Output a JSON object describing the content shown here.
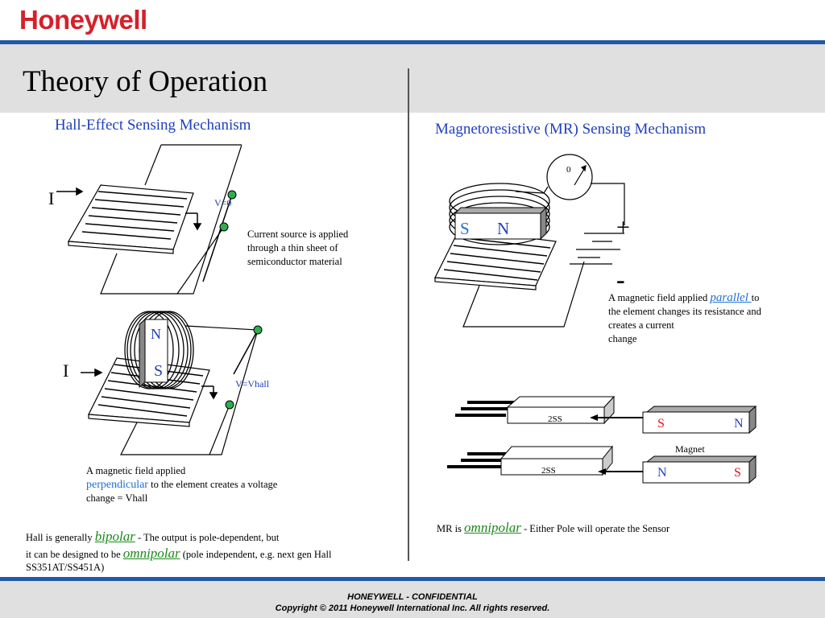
{
  "brand": "Honeywell",
  "title": "Theory of Operation",
  "left": {
    "heading": "Hall-Effect Sensing Mechanism",
    "diagram1": {
      "current_label": "I",
      "voltage_label": "V=0",
      "caption_lines": [
        "Current source is applied",
        "through a thin sheet of",
        "semiconductor material"
      ]
    },
    "diagram2": {
      "current_label": "I",
      "pole_top": "N",
      "pole_bottom": "S",
      "voltage_label": "V=Vhall"
    },
    "caption2_line1": "A magnetic field applied",
    "caption2_highlight": "perpendicular",
    "caption2_rest": " to the element creates a voltage",
    "caption2_line3": "change = Vhall",
    "bottom_text_1a": "Hall is generally ",
    "bottom_bipolar": "bipolar",
    "bottom_text_1b": " -  The output is pole-dependent, but",
    "bottom_text_2a": "it can be designed to be ",
    "bottom_omnipolar": "omnipolar",
    "bottom_text_2b": " (pole independent, e.g. next gen Hall",
    "bottom_text_3": "SS351AT/SS451A)"
  },
  "right": {
    "heading": "Magnetoresistive (MR) Sensing Mechanism",
    "meter_label": "0",
    "pole_s": "S",
    "pole_n": "N",
    "plus": "+",
    "minus": "-",
    "caption_a": "A magnetic field applied ",
    "caption_highlight": "parallel ",
    "caption_b": "to",
    "caption_lines": [
      "the element changes its resistance and",
      "creates a current",
      "change"
    ],
    "sensor_label": "2SS",
    "magnet_label": "Magnet",
    "magnet1": [
      "S",
      "N"
    ],
    "magnet2": [
      "N",
      "S"
    ],
    "mr_text_a": "MR is ",
    "mr_omnipolar": "omnipolar",
    "mr_text_b": "  -  Either Pole will operate the Sensor"
  },
  "footer": {
    "line1": "HONEYWELL - CONFIDENTIAL",
    "line2": "Copyright © 2011 Honeywell International Inc.  All rights reserved."
  },
  "colors": {
    "brand_red": "#d6202a",
    "band_blue": "#1f5aa6",
    "heading_blue": "#1f3fbf",
    "terminal_green": "#2fae4f",
    "pole_red": "#e0141c"
  }
}
